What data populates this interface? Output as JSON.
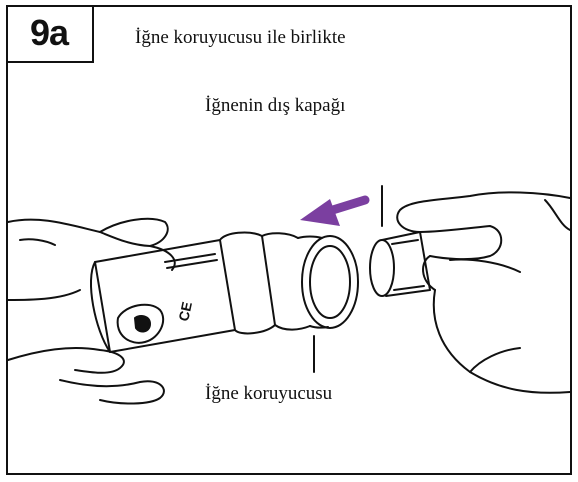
{
  "step": {
    "number": "9a"
  },
  "labels": {
    "title": "İğne koruyucusu ile birlikte",
    "outer_cap": "İğnenin dış kapağı",
    "needle_guard": "İğne koruyucusu"
  },
  "device": {
    "ce_mark": "CE"
  },
  "colors": {
    "arrow": "#7b3fa0",
    "ink": "#111111"
  }
}
